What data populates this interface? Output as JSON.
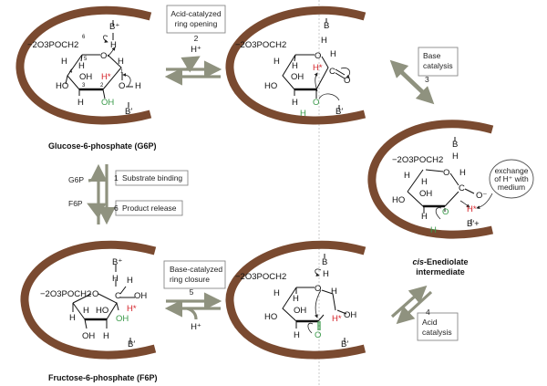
{
  "colors": {
    "enzyme": "#7a4a30",
    "arrow": "#8f927f",
    "highlight_red": "#d4242a",
    "highlight_green": "#3a9a4a"
  },
  "captions": {
    "g6p": "Glucose-6-phosphate (G6P)",
    "f6p": "Fructose-6-phosphate (F6P)",
    "enediolate_1": "cis",
    "enediolate_2": "-Enediolate",
    "enediolate_3": "intermediate"
  },
  "steps": [
    {
      "num": "1",
      "line1": "Substrate binding",
      "line2": ""
    },
    {
      "num": "2",
      "line1": "Acid-catalyzed",
      "line2": "ring opening"
    },
    {
      "num": "3",
      "line1": "Base",
      "line2": "catalysis"
    },
    {
      "num": "4",
      "line1": "Acid",
      "line2": "catalysis"
    },
    {
      "num": "5",
      "line1": "Base-catalyzed",
      "line2": "ring closure"
    },
    {
      "num": "6",
      "line1": "Product release",
      "line2": ""
    }
  ],
  "side_labels": {
    "g6p": "G6P",
    "f6p": "F6P",
    "h_plus_top": "H⁺",
    "h_plus_bottom": "H⁺"
  },
  "exchange_note": {
    "line1": "exchange",
    "line2": "of H⁺ with",
    "line3": "medium"
  },
  "panels": {
    "g6p": [
      "−2O3POCH2",
      "6",
      "B⁺",
      "H",
      "O",
      "H",
      "H",
      "H",
      "OH",
      "H*",
      "HO",
      "O",
      "H",
      "H",
      "OH",
      "B′",
      "5",
      "4",
      "3",
      "2",
      "1"
    ],
    "open": [
      "B",
      "−2O3POCH2",
      "H",
      "O",
      "H",
      "H",
      "H",
      "H*",
      "C",
      "O",
      "OH",
      "HO",
      "H",
      "O",
      "H",
      "B′"
    ],
    "enediolate": [
      "B",
      "−2O3POCH2",
      "H",
      "O",
      "H",
      "H",
      "H",
      "OH",
      "C",
      "O⁻",
      "HO",
      "H*",
      "H",
      "O",
      "H",
      "B′+"
    ],
    "f6p": [
      "B⁺",
      "H",
      "H",
      "−2O3POCH2",
      "O",
      "C",
      "OH",
      "H*",
      "H",
      "H",
      "HO",
      "OH",
      "OH",
      "H",
      "B′"
    ],
    "closing": [
      "B",
      "H",
      "−2O3POCH2",
      "O",
      "H",
      "H",
      "H",
      "OH",
      "H*",
      "OH",
      "HO",
      "H",
      "O",
      "B′"
    ]
  }
}
